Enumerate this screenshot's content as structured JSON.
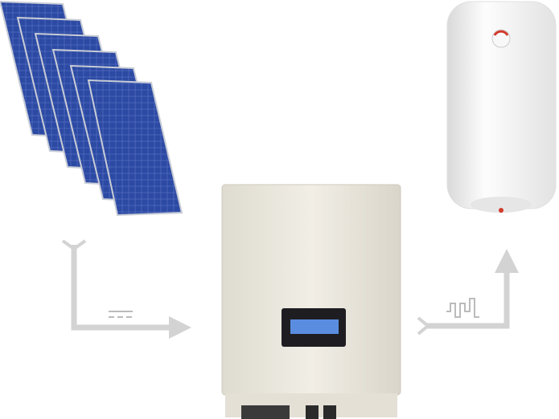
{
  "scene": {
    "colors": {
      "panel_cell": "#2f4fa8",
      "panel_frame": "#c8ccd6",
      "arrow": "#d3d3d3",
      "controller_body": "#ece9df",
      "lcd": "#5a8de0",
      "heater": "#f4f4f4",
      "dial_accent": "#d23a2a"
    },
    "icons": [
      "solar-panel-array",
      "dc-symbol",
      "ac-square-wave-symbol",
      "mppt-controller",
      "water-heater"
    ]
  }
}
